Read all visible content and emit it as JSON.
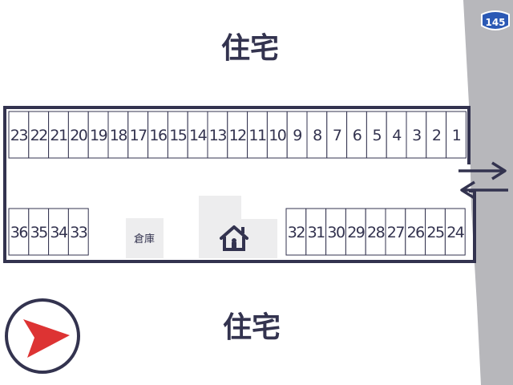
{
  "labels": {
    "residence_top": "住宅",
    "residence_bottom": "住宅",
    "storage": "倉庫",
    "route_number": "145"
  },
  "icons": {
    "house": "house-icon",
    "entrance": "two-way-arrows-icon",
    "compass": "north-arrow-icon",
    "route": "route-shield-icon"
  },
  "colors": {
    "outline": "#33334f",
    "road": "#b7b7bb",
    "building": "#ededee",
    "route_shield": "#2b59b5",
    "compass_arrow": "#dd3333"
  },
  "parking": {
    "top_row": [
      "23",
      "22",
      "21",
      "20",
      "19",
      "18",
      "17",
      "16",
      "15",
      "14",
      "13",
      "12",
      "11",
      "10",
      "9",
      "8",
      "7",
      "6",
      "5",
      "4",
      "3",
      "2",
      "1"
    ],
    "bottom_left": [
      "36",
      "35",
      "34",
      "33"
    ],
    "bottom_right": [
      "32",
      "31",
      "30",
      "29",
      "28",
      "27",
      "26",
      "25",
      "24"
    ]
  }
}
